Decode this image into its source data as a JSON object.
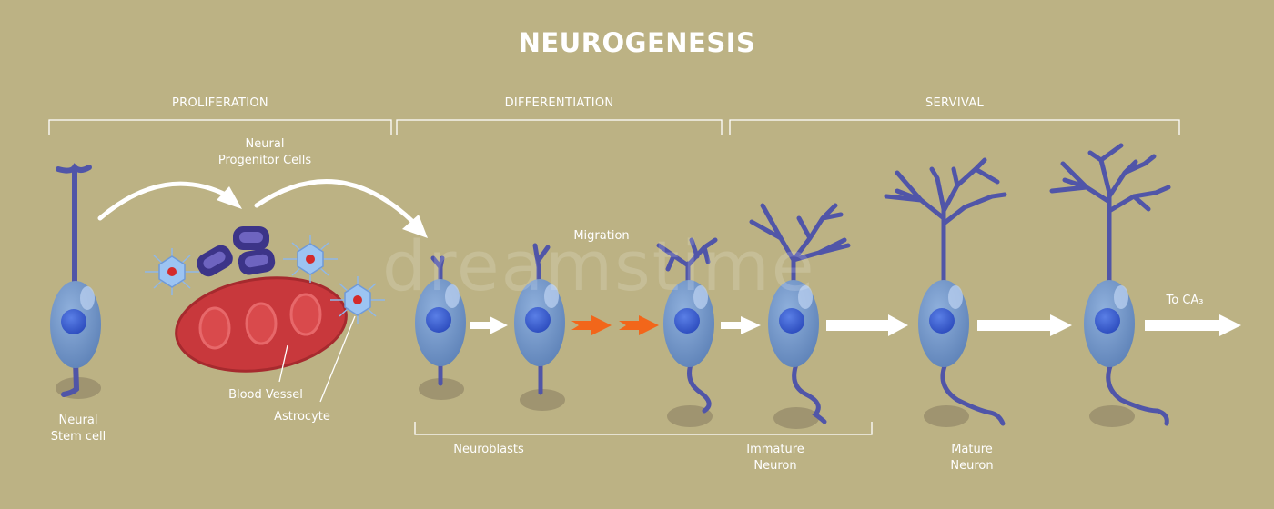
{
  "title": "NEUROGENESIS",
  "stages": {
    "proliferation": "PROLIFERATION",
    "differentiation": "DIFFERENTIATION",
    "survival": "SERVIVAL"
  },
  "labels": {
    "neural_progenitor_line1": "Neural",
    "neural_progenitor_line2": "Progenitor Cells",
    "migration": "Migration",
    "blood_vessel": "Blood Vessel",
    "astrocyte": "Astrocyte",
    "neural_stem_line1": "Neural",
    "neural_stem_line2": "Stem cell",
    "neuroblasts": "Neuroblasts",
    "immature_line1": "Immature",
    "immature_line2": "Neuron",
    "mature_line1": "Mature",
    "mature_line2": "Neuron",
    "to_ca3": "To CA₃"
  },
  "watermark": "dreamstime",
  "colors": {
    "background": "#bcb284",
    "cell_body": "#6e93c4",
    "nucleus": "#3e62d0",
    "dendrite": "#5055a8",
    "vessel": "#c8383c",
    "flow_arrow": "#ffffff",
    "migration_arrow": "#f2661a"
  }
}
